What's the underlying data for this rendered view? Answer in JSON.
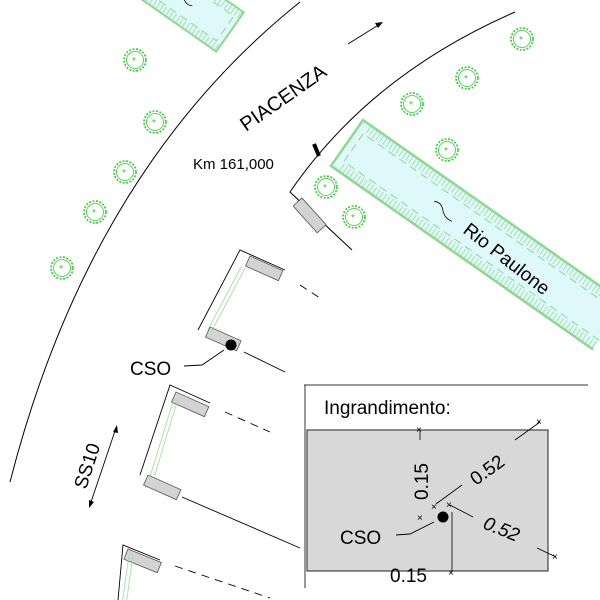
{
  "labels": {
    "road_direction": "PIACENZA",
    "km_marker": "Km 161,000",
    "river": "Rio Paulone",
    "road_name": "SS10",
    "cso_main": "CSO"
  },
  "inset": {
    "title": "Ingrandimento:",
    "cso": "CSO",
    "dim_vertical_top": "0.15",
    "dim_diag_upper": "0.52",
    "dim_diag_lower": "0.52",
    "dim_bottom": "0.15"
  },
  "colors": {
    "water": "#dff8fa",
    "vegetation": "#8fd88f",
    "tree": "#33cc33",
    "building": "#d3d3d3",
    "inset_fill": "#d8d8d8"
  }
}
